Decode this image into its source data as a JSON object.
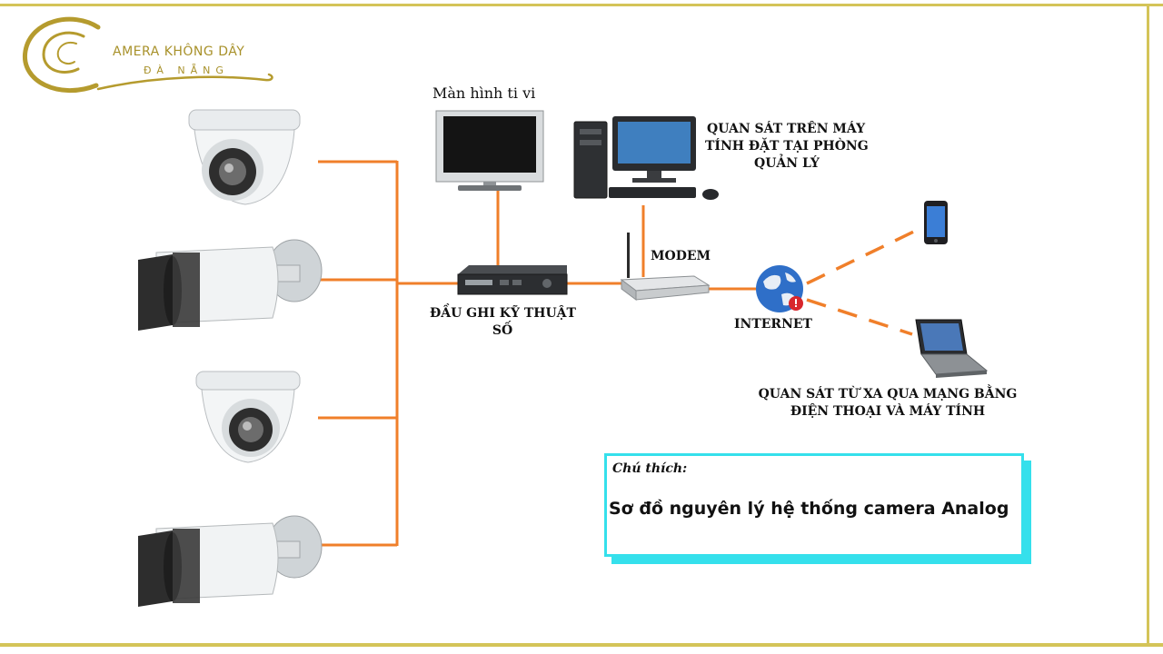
{
  "brand": {
    "line1": "AMERA KHÔNG DÂY",
    "line2": "ĐÀ NẴNG",
    "color": "#a8912a"
  },
  "labels": {
    "tv": "Màn hình ti vi",
    "pc": [
      "QUAN SÁT TRÊN MÁY",
      "TÍNH ĐẶT TẠI PHÒNG",
      "QUẢN LÝ"
    ],
    "modem": "MODEM",
    "dvr": [
      "ĐẦU GHI KỸ THUẬT",
      "SỐ"
    ],
    "internet": "INTERNET",
    "remote": [
      "QUAN SÁT TỪ XA QUA MẠNG BẰNG",
      "ĐIỆN THOẠI VÀ MÁY TÍNH"
    ]
  },
  "legend": {
    "title": "Chú thích:",
    "text": "Sơ đồ nguyên lý hệ thống camera Analog"
  },
  "colors": {
    "wire": "#f07f2a",
    "frame": "#d4c458",
    "legend_border": "#35e0ec"
  },
  "icons": [
    "dome-camera-icon",
    "bullet-camera-icon",
    "tv-icon",
    "desktop-pc-icon",
    "dvr-icon",
    "modem-icon",
    "globe-icon",
    "smartphone-icon",
    "laptop-icon"
  ]
}
